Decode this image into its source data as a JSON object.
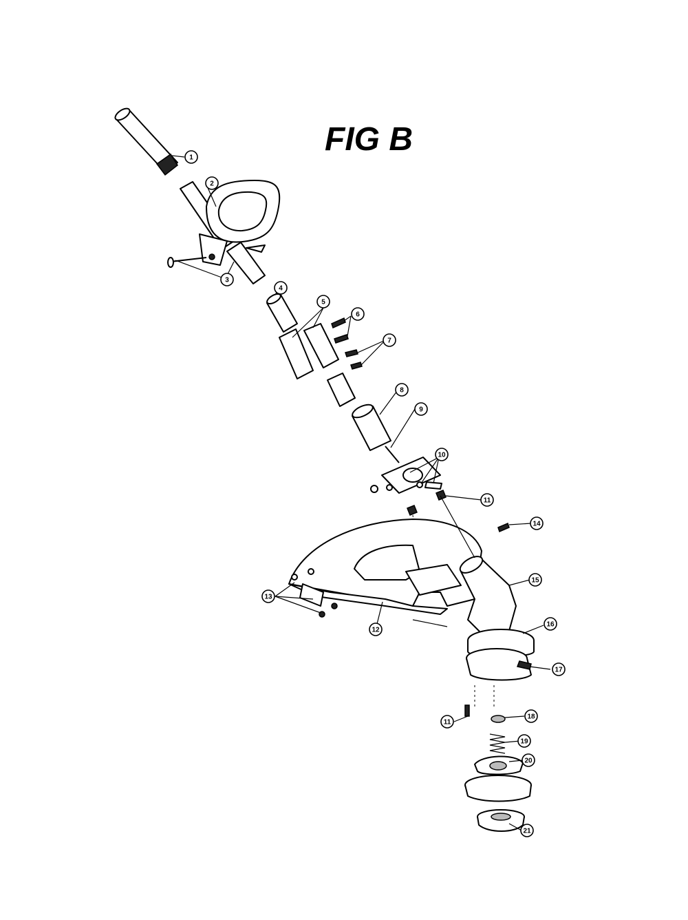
{
  "figure": {
    "title": "FIG B"
  },
  "callouts": [
    {
      "id": "c1",
      "label": "1"
    },
    {
      "id": "c2",
      "label": "2"
    },
    {
      "id": "c3",
      "label": "3"
    },
    {
      "id": "c4",
      "label": "4"
    },
    {
      "id": "c5",
      "label": "5"
    },
    {
      "id": "c6",
      "label": "6"
    },
    {
      "id": "c7",
      "label": "7"
    },
    {
      "id": "c8",
      "label": "8"
    },
    {
      "id": "c9",
      "label": "9"
    },
    {
      "id": "c10",
      "label": "10"
    },
    {
      "id": "c11a",
      "label": "11"
    },
    {
      "id": "c11b",
      "label": "11"
    },
    {
      "id": "c12",
      "label": "12"
    },
    {
      "id": "c13",
      "label": "13"
    },
    {
      "id": "c14",
      "label": "14"
    },
    {
      "id": "c15",
      "label": "15"
    },
    {
      "id": "c16",
      "label": "16"
    },
    {
      "id": "c17",
      "label": "17"
    },
    {
      "id": "c18",
      "label": "18"
    },
    {
      "id": "c19",
      "label": "19"
    },
    {
      "id": "c20",
      "label": "20"
    },
    {
      "id": "c21",
      "label": "21"
    }
  ]
}
